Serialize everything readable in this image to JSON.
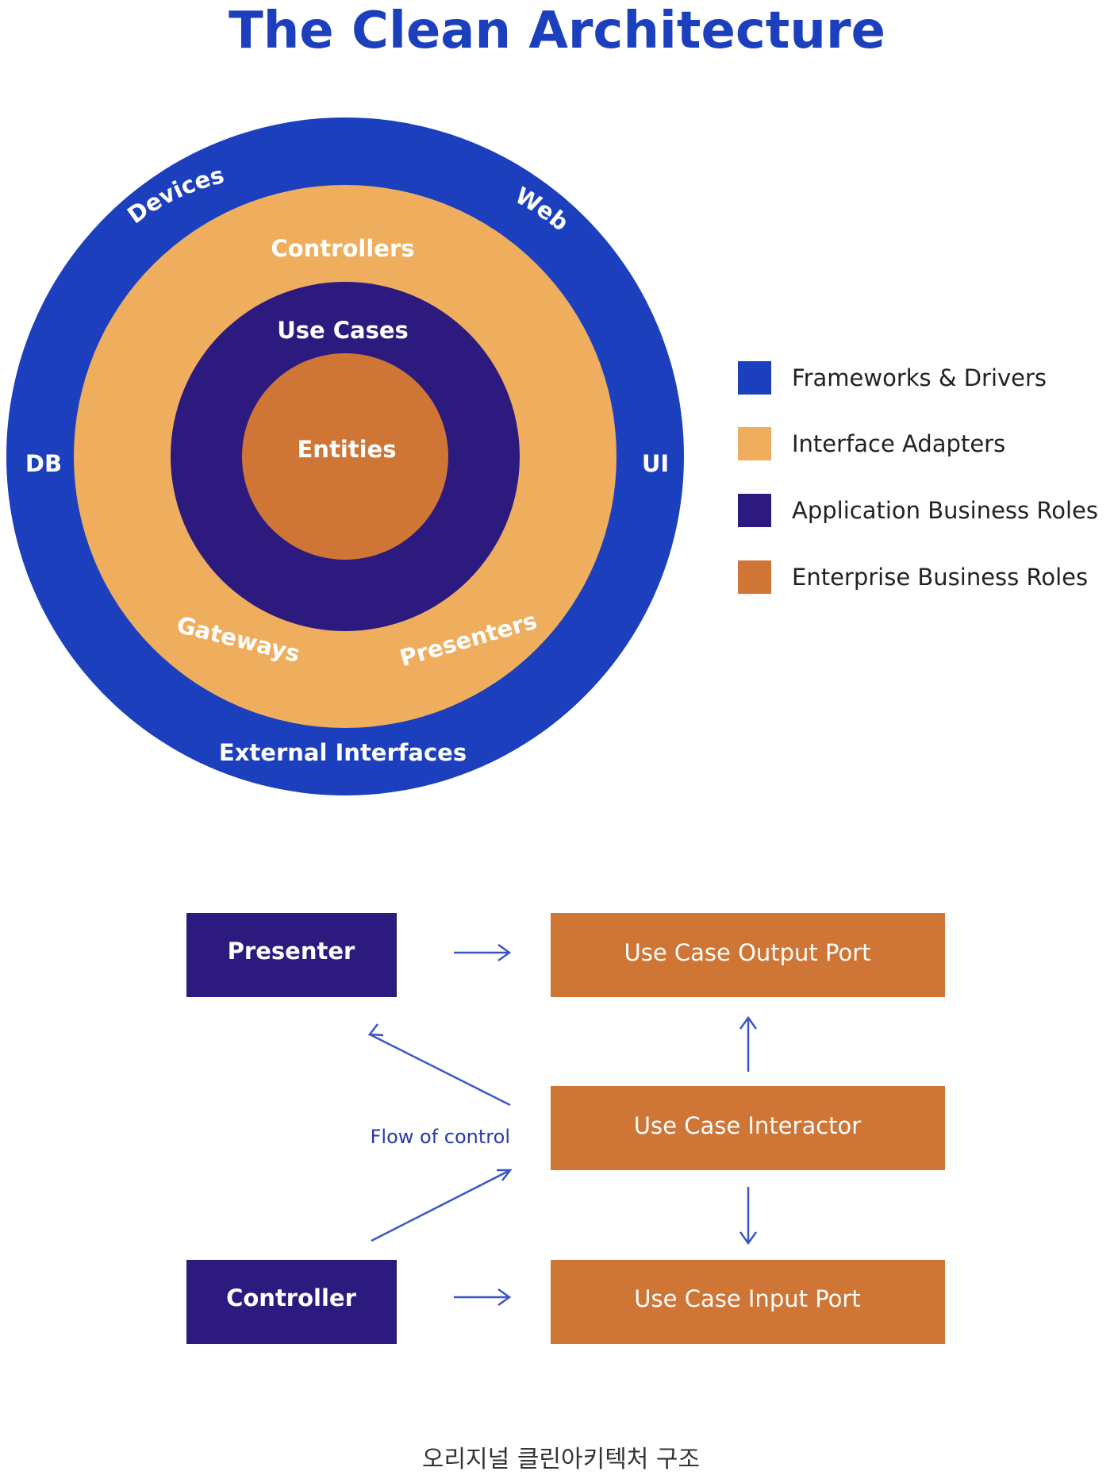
{
  "title": "The Clean Architecture",
  "colors": {
    "frameworks": "#1c3fbd",
    "adapters": "#efae5e",
    "application": "#2c1a7e",
    "enterprise": "#cf7535",
    "title": "#1c3fbd",
    "arrow": "#3a55c9"
  },
  "rings": {
    "outer": {
      "labels": {
        "devices": "Devices",
        "web": "Web",
        "db": "DB",
        "ui": "UI",
        "external": "External Interfaces"
      }
    },
    "adapters": {
      "labels": {
        "controllers": "Controllers",
        "gateways": "Gateways",
        "presenters": "Presenters"
      }
    },
    "application": {
      "labels": {
        "use_cases": "Use Cases"
      }
    },
    "enterprise": {
      "labels": {
        "entities": "Entities"
      }
    }
  },
  "legend": [
    {
      "label": "Frameworks & Drivers",
      "color": "#1c3fbd"
    },
    {
      "label": "Interface Adapters",
      "color": "#efae5e"
    },
    {
      "label": "Application Business Roles",
      "color": "#2c1a7e"
    },
    {
      "label": "Enterprise Business Roles",
      "color": "#cf7535"
    }
  ],
  "flow": {
    "presenter": "Presenter",
    "controller": "Controller",
    "output_port": "Use Case Output Port",
    "interactor": "Use Case Interactor",
    "input_port": "Use Case Input Port",
    "flow_label": "Flow of control"
  },
  "caption": "오리지널 클린아키텍처 구조"
}
